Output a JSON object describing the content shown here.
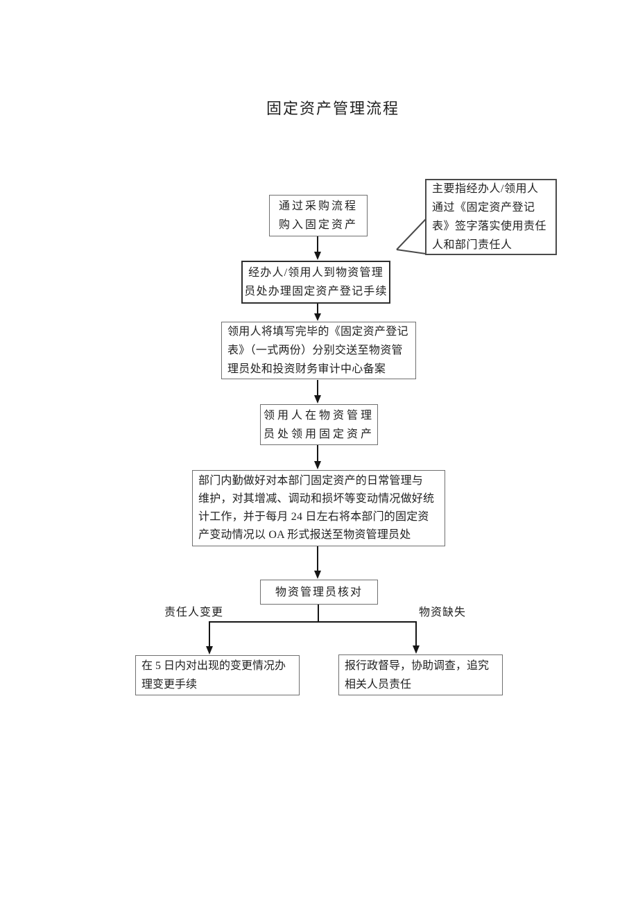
{
  "page": {
    "title": "固定资产管理流程",
    "background": "#ffffff"
  },
  "colors": {
    "box_border": "#6f6f6f",
    "emphasis_box_border": "#2e2e2e",
    "connector_line": "#151515",
    "text": "#1f1f1f"
  },
  "flow": {
    "nodes": [
      {
        "id": "purchase",
        "lines": [
          "通过采购流程",
          "购入固定资产"
        ]
      },
      {
        "id": "register",
        "lines": [
          "经办人/领用人到物资管理",
          "员处办理固定资产登记手续"
        ]
      },
      {
        "id": "submit-form",
        "lines": [
          "领用人将填写完毕的《固定资产登记",
          "表》（一式两份）分别交送至物资管",
          "理员处和投资财务审计中心备案"
        ]
      },
      {
        "id": "collect-asset",
        "lines": [
          "领用人在物资管理",
          "员处领用固定资产"
        ]
      },
      {
        "id": "daily-management",
        "lines": [
          "部门内勤做好对本部门固定资产的日常管理与",
          "维护，对其增减、调动和损坏等变动情况做好统",
          "计工作，并于每月 24 日左右将本部门的固定资",
          "产变动情况以 OA 形式报送至物资管理员处"
        ]
      },
      {
        "id": "verify",
        "lines": [
          "物资管理员核对"
        ]
      },
      {
        "id": "change-procedure",
        "lines": [
          "在 5 日内对出现的变更情况办",
          "理变更手续"
        ]
      },
      {
        "id": "report-investigate",
        "lines": [
          "报行政督导，协助调查，追究",
          "相关人员责任"
        ]
      }
    ],
    "branch_labels": {
      "left": "责任人变更",
      "right": "物资缺失"
    },
    "callout": {
      "lines": [
        "主要指经办人/领用人",
        "通过《固定资产登记",
        "表》签字落实使用责任",
        "人和部门责任人"
      ]
    }
  }
}
